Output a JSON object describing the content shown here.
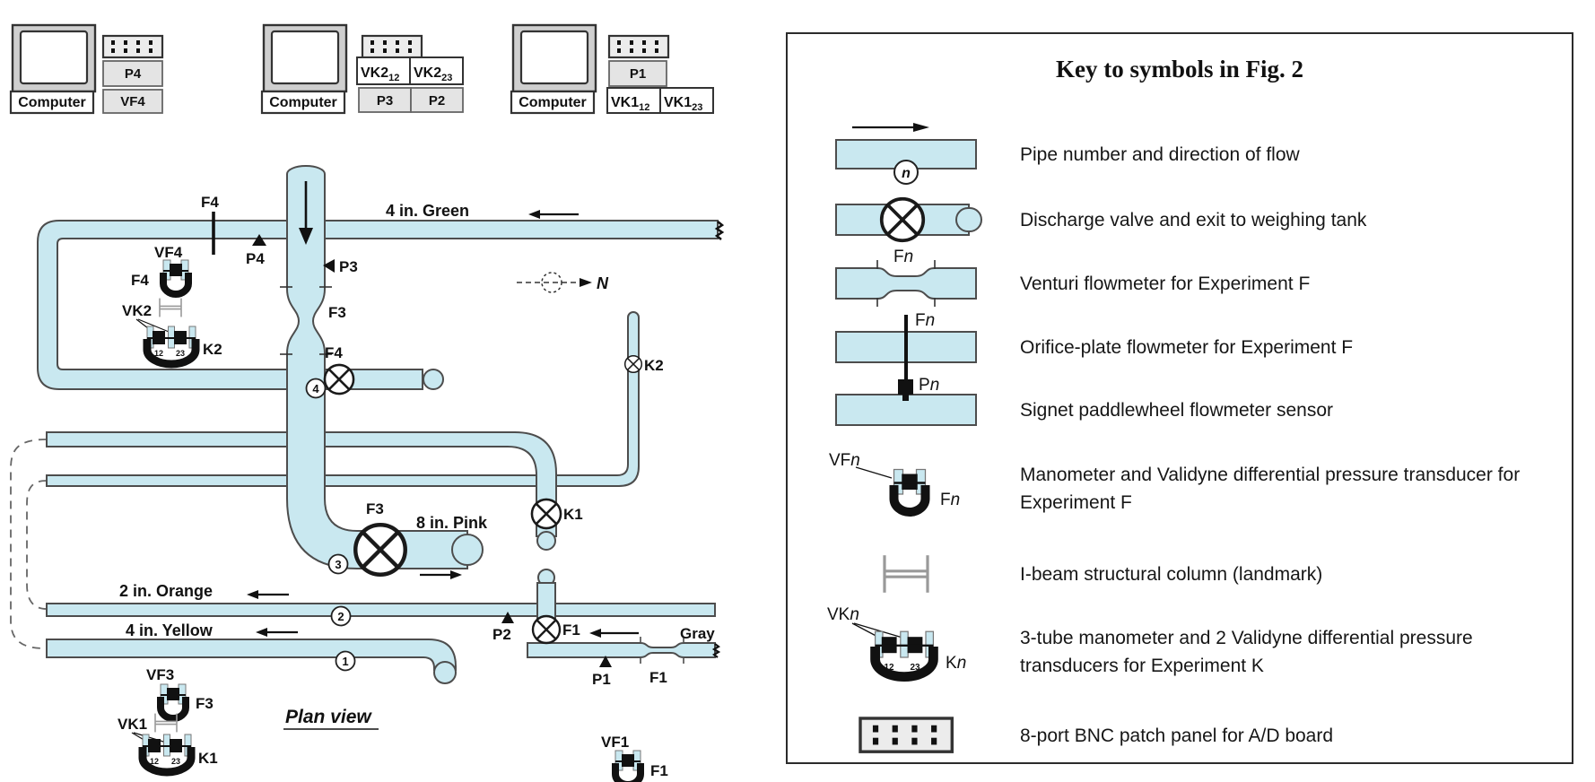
{
  "stations": {
    "s1": {
      "computer": "Computer",
      "p4": "P4",
      "vf4": "VF4"
    },
    "s2": {
      "computer": "Computer",
      "vk2a": "VK2",
      "vk2a_sub": "12",
      "vk2b": "VK2",
      "vk2b_sub": "23",
      "p3": "P3",
      "p2": "P2"
    },
    "s3": {
      "computer": "Computer",
      "p1": "P1",
      "vk1a": "VK1",
      "vk1a_sub": "12",
      "vk1b": "VK1",
      "vk1b_sub": "23"
    }
  },
  "diagram": {
    "caption": "Plan view",
    "north_label": "N",
    "pipe_labels": {
      "green": "4 in. Green",
      "pink": "8 in. Pink",
      "orange": "2 in. Orange",
      "yellow": "4 in. Yellow",
      "gray": "Gray"
    },
    "pipe_numbers": {
      "n1": "1",
      "n2": "2",
      "n3": "3",
      "n4": "4"
    },
    "sensors": {
      "p1": "P1",
      "p2": "P2",
      "p3": "P3",
      "p4": "P4"
    },
    "flowmeters": {
      "orifice_f4": "F4",
      "venturi_f3": "F3",
      "venturi_f1": "F1"
    },
    "valves": {
      "f4": "F4",
      "f3": "F3",
      "f1": "F1",
      "k1": "K1",
      "k2": "K2"
    },
    "manometers": {
      "vf4": {
        "label": "VF4",
        "tag": "F4"
      },
      "vk2": {
        "label": "VK2",
        "tag": "K2",
        "sub1": "12",
        "sub2": "23"
      },
      "vf3": {
        "label": "VF3",
        "tag": "F3"
      },
      "vk1": {
        "label": "VK1",
        "tag": "K1",
        "sub1": "12",
        "sub2": "23"
      },
      "vf1": {
        "label": "VF1",
        "tag": "F1"
      }
    }
  },
  "legend": {
    "title": "Key to symbols in Fig. 2",
    "items": [
      {
        "label": "Pipe number and direction of flow",
        "n": "n"
      },
      {
        "label": "Discharge valve and exit to weighing tank"
      },
      {
        "label": "Venturi flowmeter for Experiment F",
        "tag_prefix": "F",
        "tag_n": "n"
      },
      {
        "label": "Orifice-plate flowmeter for Experiment F",
        "tag_prefix": "F",
        "tag_n": "n"
      },
      {
        "label": "Signet paddlewheel flowmeter sensor",
        "tag_prefix": "P",
        "tag_n": "n"
      },
      {
        "label": "Manometer and Validyne differential pressure transducer for Experiment F",
        "tag_prefix": "VF",
        "tag_n": "n",
        "tag2_prefix": "F",
        "tag2_n": "n"
      },
      {
        "label": "I-beam structural column (landmark)"
      },
      {
        "label": "3-tube manometer and 2 Validyne differential pressure transducers for Experiment K",
        "tag_prefix": "VK",
        "tag_n": "n",
        "tag2_prefix": "K",
        "tag2_n": "n",
        "sub1": "12",
        "sub2": "23"
      },
      {
        "label": "8-port BNC patch panel for A/D board"
      }
    ]
  },
  "colors": {
    "pipe_fill": "#c9e8f0",
    "pipe_stroke": "#4d4d4d",
    "accent_black": "#111111",
    "gray_box_fill": "#e4e4e4",
    "gray_box_text": "#909090"
  }
}
